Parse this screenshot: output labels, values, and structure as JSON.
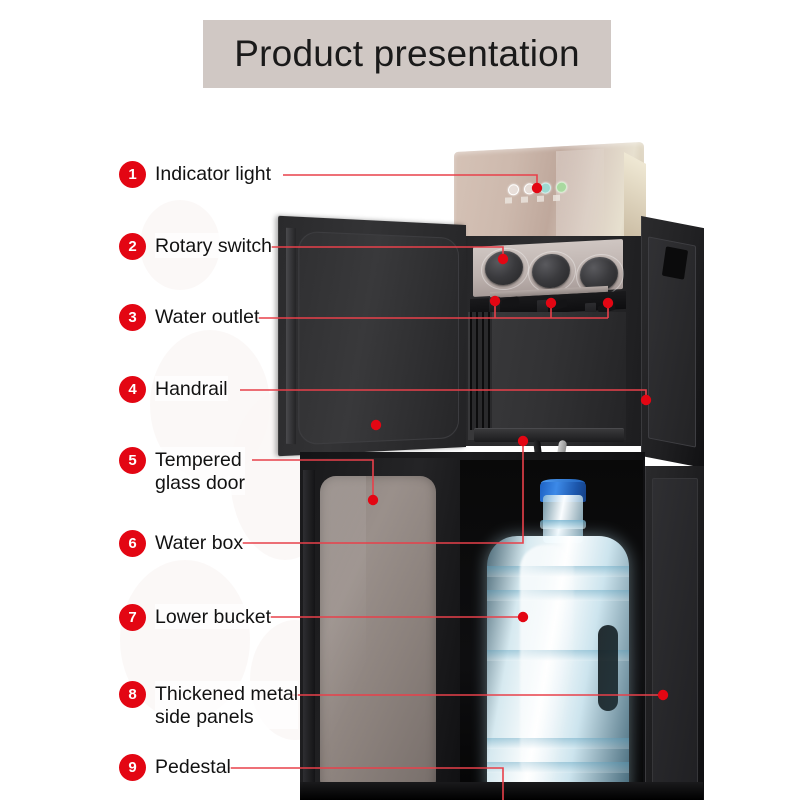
{
  "page": {
    "title": "Product presentation",
    "background_color": "#ffffff",
    "banner_color": "#d0c8c4",
    "accent_color": "#e30613"
  },
  "callouts": [
    {
      "number": "1",
      "label": "Indicator light",
      "label_lines": [
        "Indicator light"
      ]
    },
    {
      "number": "2",
      "label": "Rotary switch",
      "label_lines": [
        "Rotary switch"
      ]
    },
    {
      "number": "3",
      "label": "Water outlet",
      "label_lines": [
        "Water outlet"
      ]
    },
    {
      "number": "4",
      "label": "Handrail",
      "label_lines": [
        "Handrail"
      ]
    },
    {
      "number": "5",
      "label": "Tempered glass door",
      "label_lines": [
        "Tempered",
        "glass door"
      ]
    },
    {
      "number": "6",
      "label": "Water box",
      "label_lines": [
        "Water box"
      ]
    },
    {
      "number": "7",
      "label": "Lower bucket",
      "label_lines": [
        "Lower bucket"
      ]
    },
    {
      "number": "8",
      "label": "Thickened metal side panels",
      "label_lines": [
        "Thickened metal",
        "side panels"
      ]
    },
    {
      "number": "9",
      "label": "Pedestal",
      "label_lines": [
        "Pedestal"
      ]
    }
  ],
  "product": {
    "name": "water-dispenser",
    "top_panel_color": "#cdb9ad",
    "body_color": "#1d1d1f",
    "glass_door_color": "#8f8580",
    "bottle_cap_color": "#1d62c4",
    "bottle_color": "#e1f5fc",
    "knob_count": 3,
    "indicator_light_count": 4
  }
}
